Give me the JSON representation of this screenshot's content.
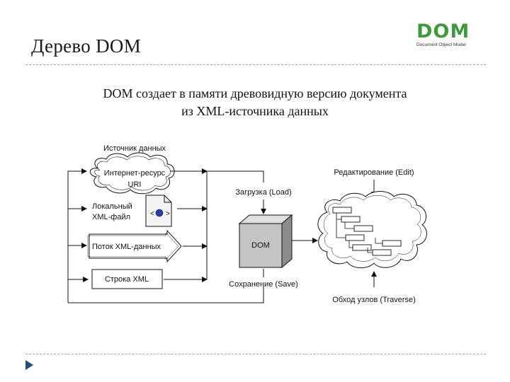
{
  "slide": {
    "title": "Дерево DOM",
    "subtitle_line1": "DOM создает в памяти древовидную версию документа",
    "subtitle_line2": "из XML-источника данных"
  },
  "logo": {
    "main": "DOM",
    "sub": "Document Object Model"
  },
  "diagram": {
    "sources_label": "Источник данных",
    "internet_line1": "Интернет-ресурс",
    "internet_line2": "URI",
    "local_line1": "Локальный",
    "local_line2": "XML-файл",
    "stream_label": "Поток XML-данных",
    "string_label": "Строка XML",
    "load_label": "Загрузка (Load)",
    "dom_label": "DOM",
    "save_label": "Сохранение (Save)",
    "edit_label": "Редактирование (Edit)",
    "traverse_label": "Обход узлов (Traverse)"
  },
  "colors": {
    "logo_green": "#3f9a3a",
    "nav_arrow": "#1f4e79",
    "file_eye": "#1f3fbf"
  }
}
